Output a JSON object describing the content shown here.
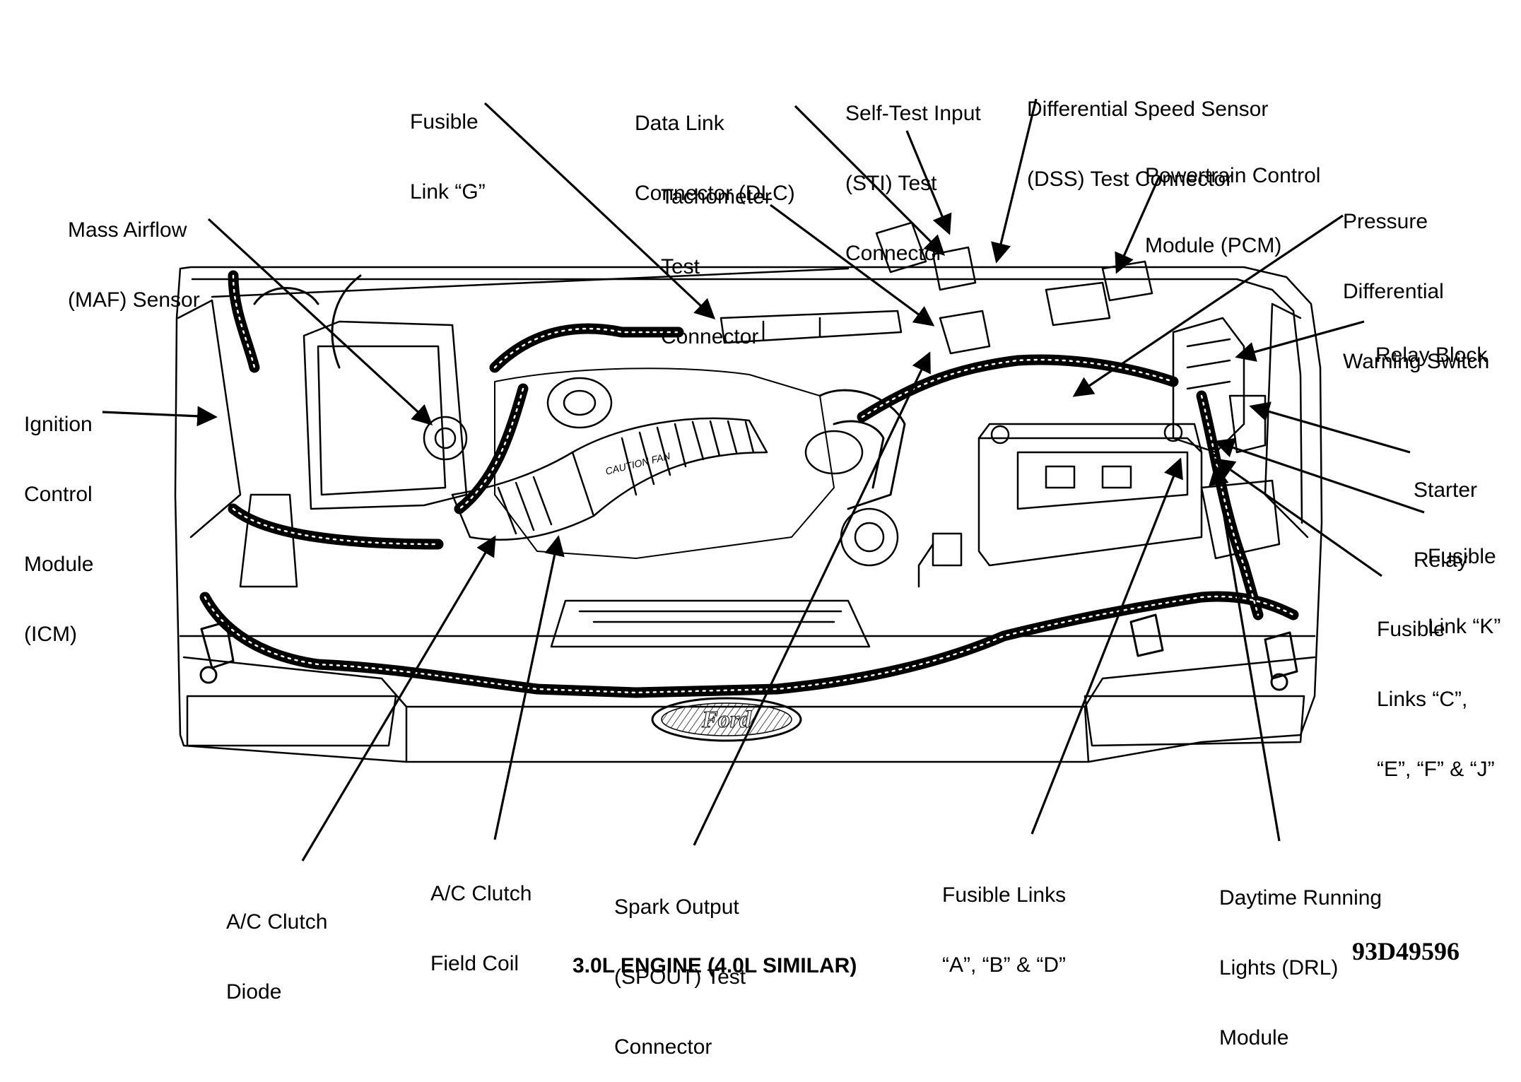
{
  "callouts": {
    "fusible_link_g": [
      "Fusible",
      "Link “G”"
    ],
    "dlc": [
      "Data Link",
      "Connector (DLC)"
    ],
    "sti": [
      "Self-Test Input",
      "(STI) Test",
      "Connector"
    ],
    "dss": [
      "Differential Speed Sensor",
      "(DSS) Test Connector"
    ],
    "pcm": [
      "Powertrain Control",
      "Module (PCM)"
    ],
    "tach": [
      "Tachometer",
      "Test",
      "Connector"
    ],
    "maf": [
      "Mass Airflow",
      "(MAF) Sensor"
    ],
    "pressure_switch": [
      "Pressure",
      "Differential",
      "Warning Switch"
    ],
    "relay_block": [
      "Relay Block"
    ],
    "icm": [
      "Ignition",
      "Control",
      "Module",
      "(ICM)"
    ],
    "starter_relay": [
      "Starter",
      "Relay"
    ],
    "fusible_link_k": [
      "Fusible",
      "Link “K”"
    ],
    "fusible_links_cefj": [
      "Fusible",
      "Links “C”,",
      "“E”, “F” & “J”"
    ],
    "ac_clutch_diode": [
      "A/C Clutch",
      "Diode"
    ],
    "ac_clutch_field_coil": [
      "A/C Clutch",
      "Field Coil"
    ],
    "spout": [
      "Spark Output",
      "(SPOUT) Test",
      "Connector"
    ],
    "fusible_links_abd": [
      "Fusible Links",
      "“A”, “B” & “D”"
    ],
    "drl": [
      "Daytime Running",
      "Lights (DRL)",
      "Module"
    ]
  },
  "caption": "3.0L ENGINE (4.0L SIMILAR)",
  "figure_number": "93D49596",
  "emblem_text": "Ford",
  "intake_tube_text": "CAUTION FAN"
}
